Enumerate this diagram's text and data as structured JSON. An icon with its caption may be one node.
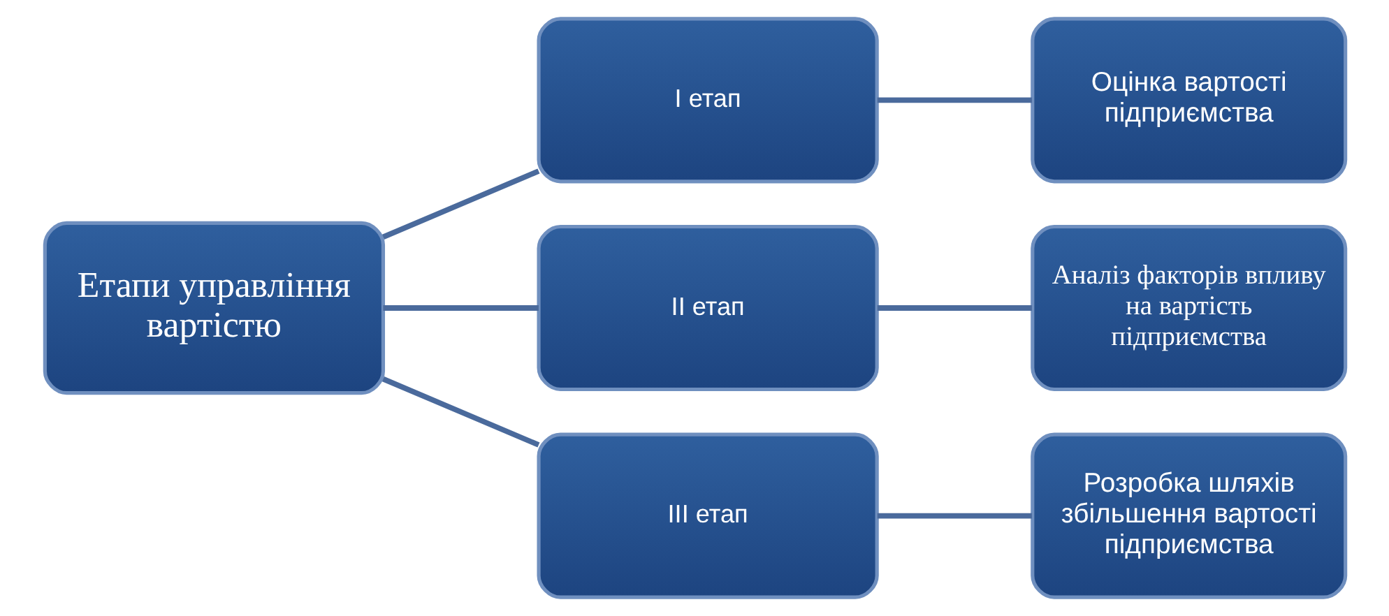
{
  "diagram": {
    "nodes": [
      {
        "text": [
          "Етапи управління вартістю"
        ]
      },
      {
        "text": [
          "I етап"
        ]
      },
      {
        "text": [
          "Оцінка вартості підприємства"
        ]
      },
      {
        "text": [
          "II етап"
        ]
      },
      {
        "text": [
          "Аналіз факторів впливу на вартість підприємства"
        ]
      },
      {
        "text": [
          "III етап"
        ]
      },
      {
        "text": [
          "Розробка шляхів збільшення вартості підприємства"
        ]
      }
    ],
    "edges": [
      {
        "from": 0,
        "to": 1,
        "arrow": "none"
      },
      {
        "from": 0,
        "to": 3,
        "arrow": "none"
      },
      {
        "from": 0,
        "to": 5,
        "arrow": "none"
      },
      {
        "from": 1,
        "to": 2,
        "arrow": "none"
      },
      {
        "from": 3,
        "to": 4,
        "arrow": "none"
      },
      {
        "from": 5,
        "to": 6,
        "arrow": "none"
      }
    ]
  }
}
